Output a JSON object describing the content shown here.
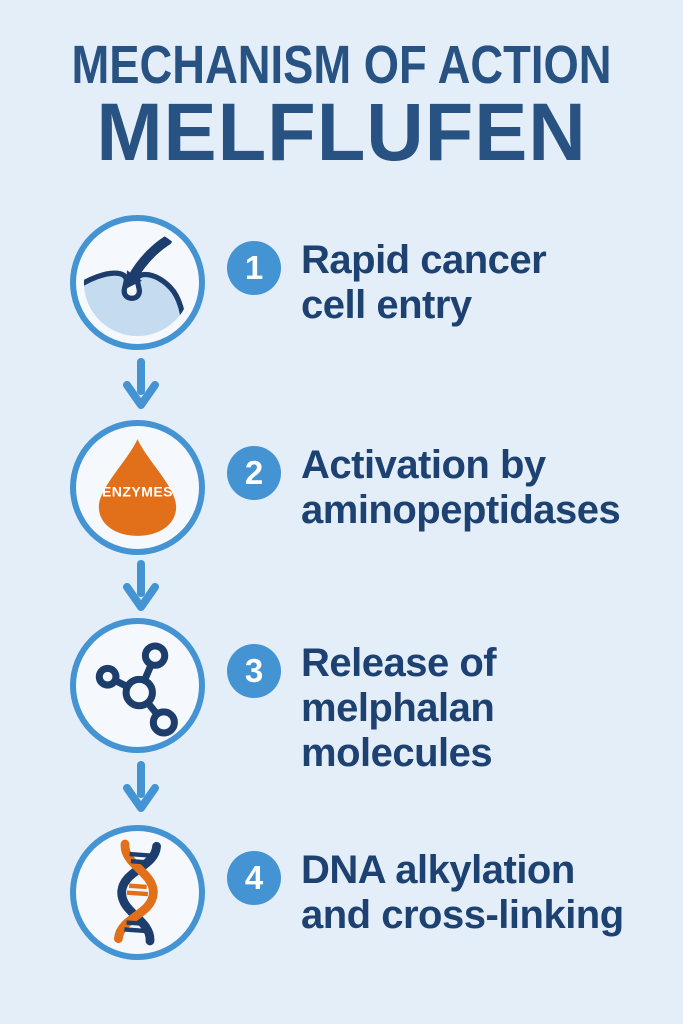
{
  "title": {
    "line1": "MECHANISM OF ACTION",
    "line2": "MELFLUFEN"
  },
  "steps": [
    {
      "number": "1",
      "icon": "cell-entry-icon",
      "lines": [
        "Rapid cancer",
        "cell entry"
      ]
    },
    {
      "number": "2",
      "icon": "enzymes-droplet-icon",
      "droplet_label": "ENZYMES",
      "lines": [
        "Activation by",
        "aminopeptidases"
      ]
    },
    {
      "number": "3",
      "icon": "melphalan-molecule-icon",
      "lines": [
        "Release of",
        "melphalan",
        "molecules"
      ]
    },
    {
      "number": "4",
      "icon": "dna-helix-icon",
      "lines": [
        "DNA alkylation",
        "and cross-linking"
      ]
    }
  ],
  "colors": {
    "background": "#e4eef9",
    "title_navy": "#285282",
    "text_navy": "#1d4271",
    "accent_blue": "#4493d3",
    "icon_navy": "#1d3e6d",
    "membrane_blue": "#c5dcf0",
    "droplet_orange": "#e2701a",
    "circle_fill": "#f5f9fd",
    "badge_text": "#ffffff"
  }
}
